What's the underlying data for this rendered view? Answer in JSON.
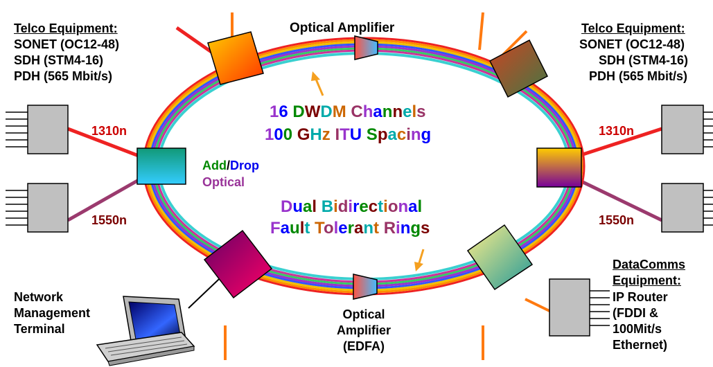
{
  "title": "Optical Amplifier",
  "left_equipment": {
    "heading": "Telco Equipment:",
    "lines": [
      "SONET (OC12-48)",
      "SDH (STM4-16)",
      "PDH (565 Mbit/s)"
    ]
  },
  "right_equipment": {
    "heading": "Telco Equipment:",
    "lines": [
      "SONET (OC12-48)",
      "SDH (STM4-16)",
      "PDH (565 Mbit/s)"
    ]
  },
  "wavelengths": {
    "w1": "1310n",
    "w2": "1550n"
  },
  "add_drop": {
    "line1_a": "Add",
    "line1_sep": "/",
    "line1_b": "Drop",
    "line2": "Optical"
  },
  "channels_text": {
    "line1": [
      "1",
      "6",
      " ",
      "D",
      "W",
      "D",
      "M",
      " ",
      "C",
      "h",
      "a",
      "n",
      "n",
      "e",
      "l",
      "s"
    ],
    "line2": [
      "1",
      "0",
      "0",
      " ",
      "G",
      "H",
      "z",
      " ",
      "I",
      "T",
      "U",
      " ",
      "S",
      "p",
      "a",
      "c",
      "i",
      "n",
      "g"
    ]
  },
  "rings_text": {
    "line1": [
      "D",
      "u",
      "a",
      "l",
      " ",
      "B",
      "i",
      "d",
      "i",
      "r",
      "e",
      "c",
      "t",
      "i",
      "o",
      "n",
      "a",
      "l"
    ],
    "line2": [
      "F",
      "a",
      "u",
      "l",
      "t",
      " ",
      "T",
      "o",
      "l",
      "e",
      "r",
      "a",
      "n",
      "t",
      " ",
      "R",
      "i",
      "n",
      "g",
      "s"
    ]
  },
  "nms": [
    "Network",
    "Management",
    "Terminal"
  ],
  "bottom_amp": [
    "Optical",
    "Amplifier",
    "(EDFA)"
  ],
  "datacomms": {
    "heading_lines": [
      "DataComms",
      "Equipment:"
    ],
    "lines": [
      "IP Router",
      "(FDDI &",
      "100Mit/s",
      "Ethernet)"
    ]
  },
  "colors": {
    "red_fiber": "#ee2222",
    "purple_fiber": "#9b3a6e",
    "orange_fiber": "#ff7a10",
    "gray_box": "#c0c0c0",
    "ring_colors": [
      "#ee2222",
      "#ff8c00",
      "#f0c000",
      "#3355ff",
      "#9933cc",
      "#33cc66",
      "#cc3399",
      "#3ad0d0"
    ],
    "text_palette": [
      "#9933cc",
      "#0000ff",
      "#008800",
      "#7a0000",
      "#00aaaa",
      "#cc6600",
      "#993366"
    ]
  },
  "icons": [
    "amplifier-icon",
    "add-drop-node-icon",
    "telco-box-icon",
    "router-box-icon",
    "laptop-icon",
    "arrow-icon"
  ]
}
